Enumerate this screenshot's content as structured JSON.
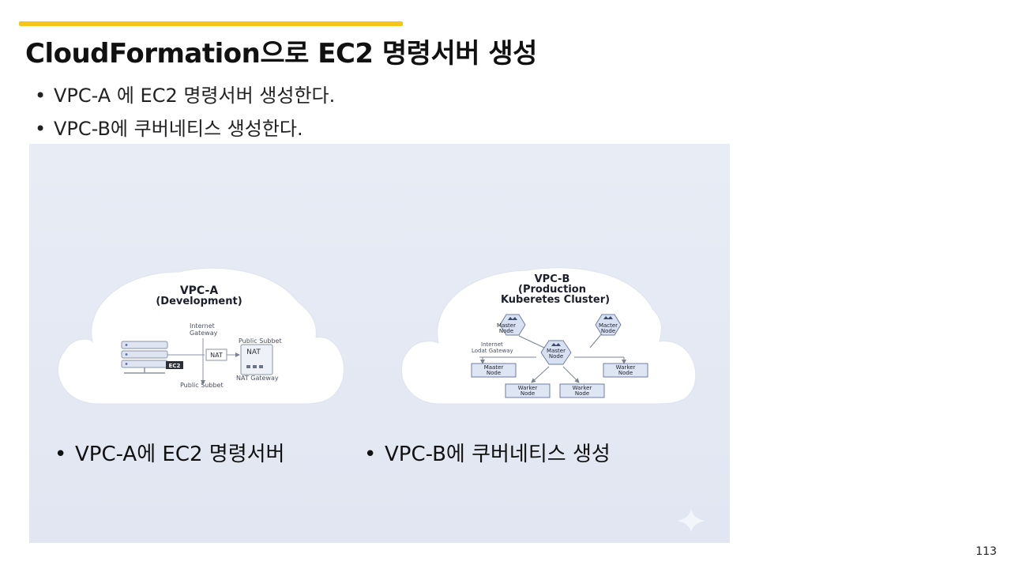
{
  "slide": {
    "title": "CloudFormation으로 EC2 명령서버 생성",
    "bullets": [
      "VPC-A 에 EC2 명령서버 생성한다.",
      "VPC-B에 쿠버네티스 생성한다."
    ],
    "page_number": "113",
    "accent_color": "#f5c518"
  },
  "figure": {
    "vpc_a": {
      "title": "VPC-A",
      "subtitle": "(Development)",
      "internet_gateway": [
        "Internet",
        "Gateway"
      ],
      "public_subnet_top": "Public Subbet",
      "nat_label": "NAT",
      "nat_box_label": "NAT",
      "ec2_label": "EC2",
      "public_subnet_bottom": "Public Subbet",
      "nat_gateway": "NAT Gateway"
    },
    "vpc_b": {
      "title": "VPC-B",
      "subtitle1": "(Production",
      "subtitle2": "Kuberetes Cluster)",
      "master_left": [
        "Master",
        "Node"
      ],
      "master_right": [
        "Macter",
        "Node"
      ],
      "master_center": [
        "Master",
        "Node"
      ],
      "internet_gateway": [
        "Internet",
        "Lodat Gateway"
      ],
      "node_left": [
        "Maater",
        "Node"
      ],
      "node_right": [
        "Warker",
        "Node"
      ],
      "node_bottom_left": [
        "Warker",
        "Node"
      ],
      "node_bottom_right": [
        "Warker",
        "Node"
      ]
    },
    "captions": [
      "VPC-A에 EC2 명령서버",
      "VPC-B에 쿠버네티스 생성"
    ]
  }
}
